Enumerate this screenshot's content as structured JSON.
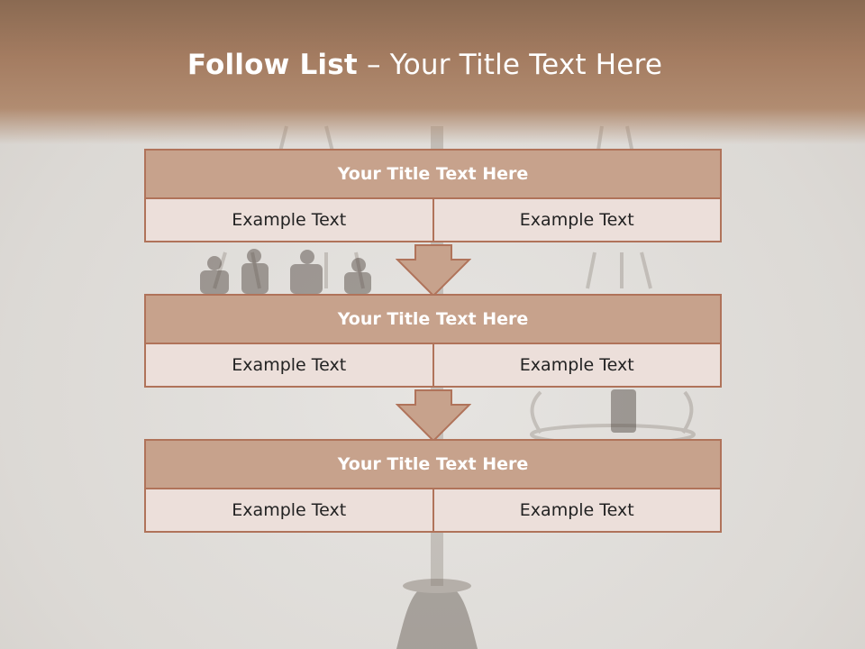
{
  "slide": {
    "title_bold": "Follow List",
    "title_rest": " – Your Title Text Here",
    "blocks": [
      {
        "title": "Your Title Text Here",
        "left": "Example Text",
        "right": "Example Text"
      },
      {
        "title": "Your Title Text Here",
        "left": "Example Text",
        "right": "Example Text"
      },
      {
        "title": "Your Title Text Here",
        "left": "Example Text",
        "right": "Example Text"
      }
    ]
  },
  "colors": {
    "header": "#a47c61",
    "block_head": "#c7a28c",
    "block_cell": "#ecdfda",
    "border": "#b0735a"
  },
  "background_image": "balance-scale-with-business-people"
}
